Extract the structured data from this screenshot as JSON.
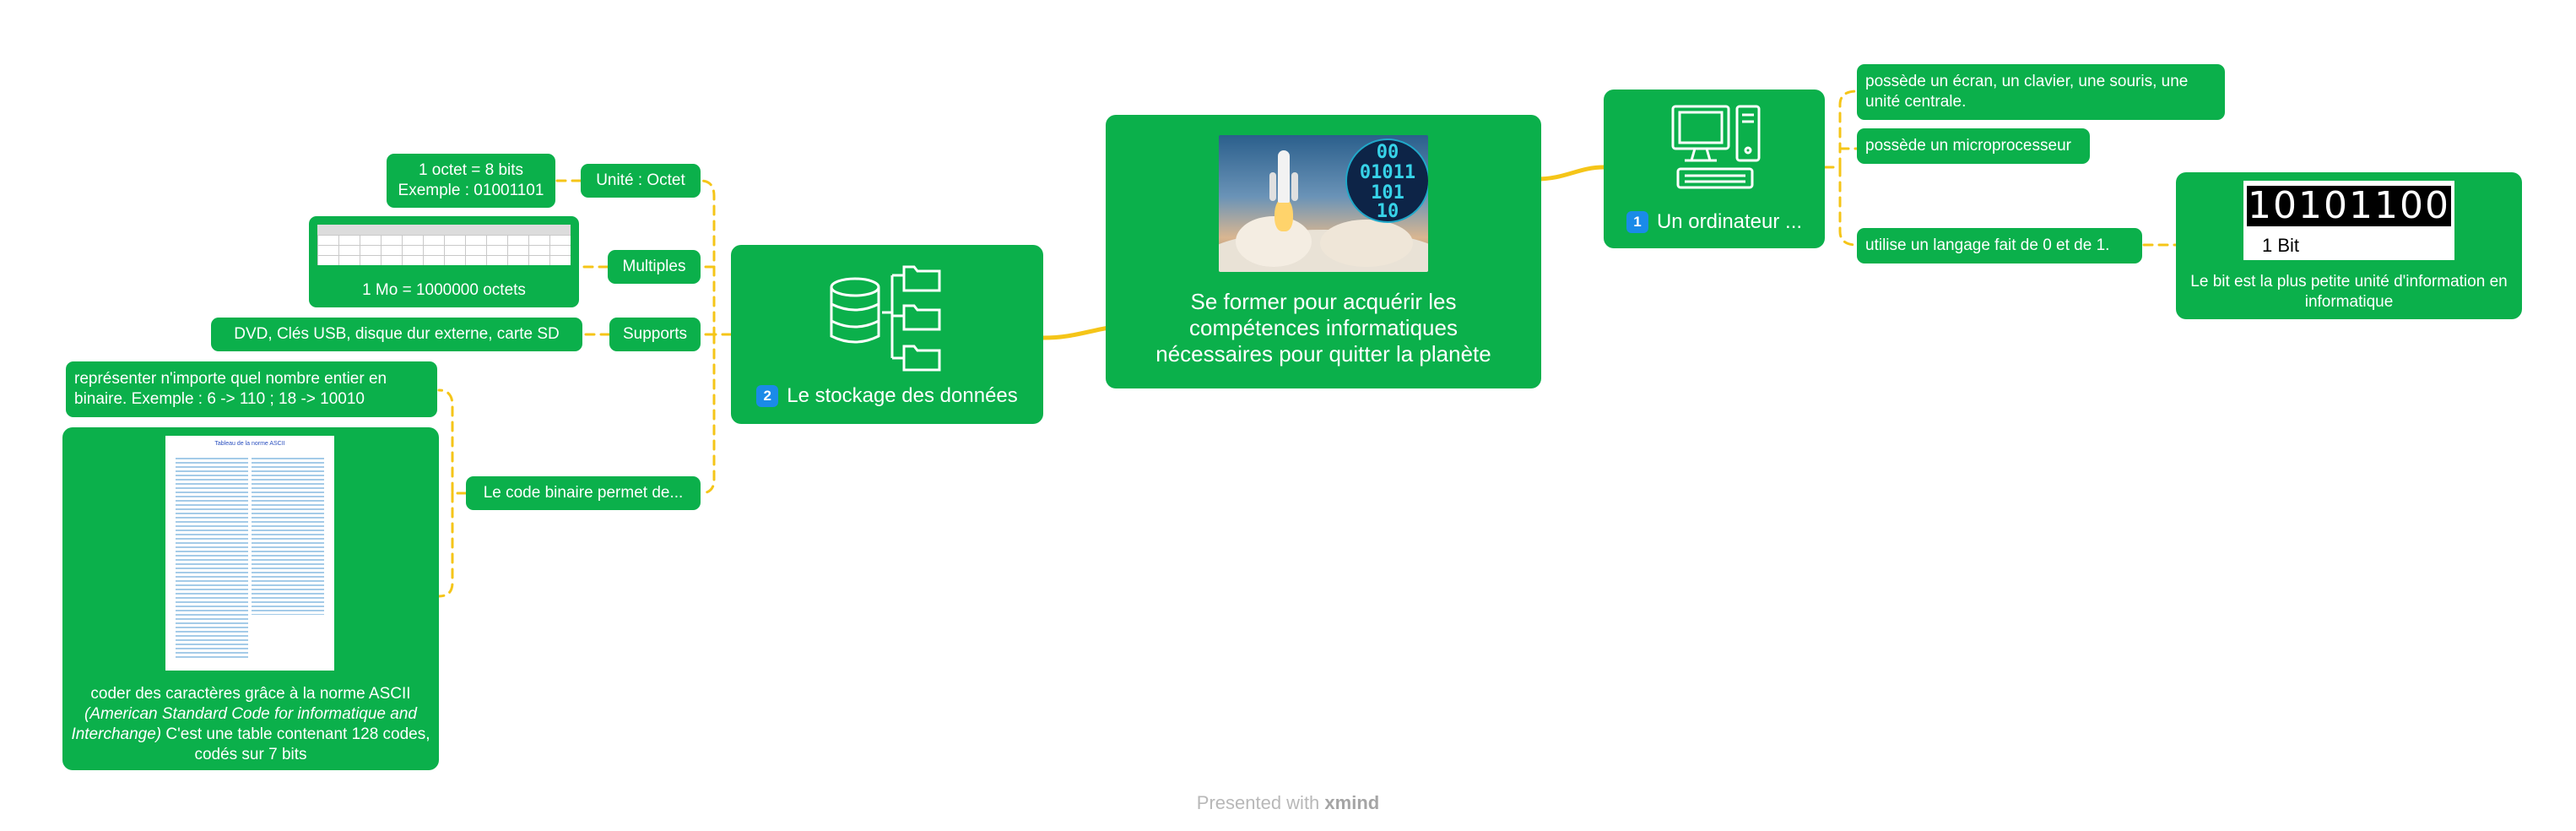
{
  "center": {
    "title": "Se former pour acquérir les compétences informatiques nécessaires pour quitter la planète",
    "binary_overlay": [
      "00",
      "01011",
      "101",
      "10"
    ]
  },
  "computer": {
    "number": "1",
    "title": "Un ordinateur ...",
    "items": [
      "possède un écran, un clavier, une souris, une unité centrale.",
      "possède un microprocesseur",
      "utilise un langage fait de 0 et de 1."
    ],
    "bit_node": {
      "digits": "10101100",
      "bit_label": "1 Bit",
      "text": "Le bit est la plus petite unité d'information en informatique"
    }
  },
  "storage": {
    "number": "2",
    "title": "Le stockage des données",
    "branches": {
      "unit": "Unité : Octet",
      "unit_child_line1": "1 octet = 8 bits",
      "unit_child_line2": "Exemple : 01001101",
      "multiples": "Multiples",
      "multiples_child": "1 Mo = 1000000 octets",
      "supports": "Supports",
      "supports_child": "DVD, Clés USB, disque dur externe, carte SD",
      "binary": "Le code binaire permet de...",
      "binary_child1": "représenter n'importe quel nombre entier en binaire. Exemple : 6 -> 110  ; 18 -> 10010",
      "ascii_title": "Tableau de la norme ASCII",
      "ascii_text1": "coder des caractères grâce à la norme ASCII",
      "ascii_text2": "(American Standard Code for informatique and Interchange)",
      "ascii_text3": " C'est une table contenant 128 codes, codés sur 7 bits"
    }
  },
  "footer": {
    "presented": "Presented with",
    "brand": "xmind"
  },
  "colors": {
    "node": "#0bb04b",
    "connector": "#f5c518",
    "badge": "#1a8be8"
  }
}
